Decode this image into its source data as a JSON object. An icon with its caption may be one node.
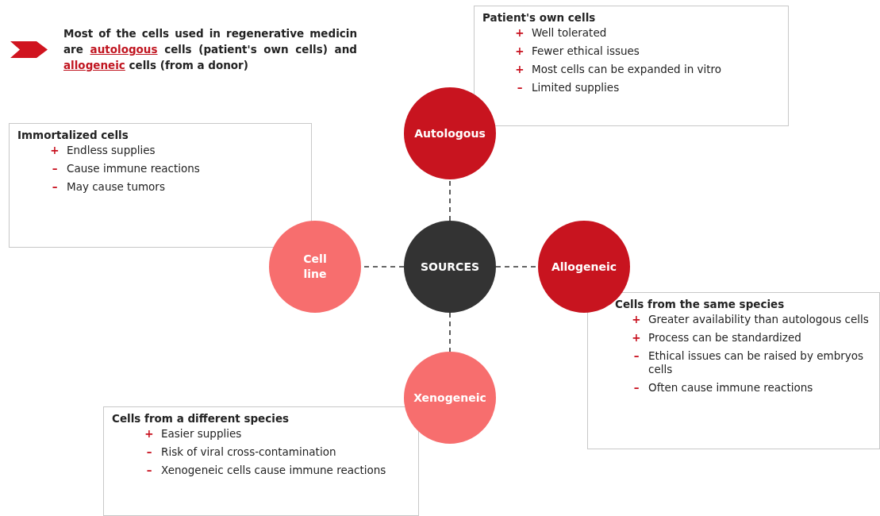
{
  "diagram": {
    "nodes": [
      {
        "text": [
          "Patient's own cells",
          "+",
          "Well tolerated",
          "+",
          "Fewer ethical issues",
          "+",
          "Most cells can be expanded in vitro",
          "–",
          "Limited supplies"
        ]
      },
      {
        "text": [
          "Autologous"
        ]
      },
      {
        "text": [
          "Immortalized cells",
          "+",
          "Endless supplies",
          "–",
          "Cause immune reactions",
          "–",
          "May cause tumors"
        ]
      },
      {
        "text": [
          "Cell line"
        ]
      },
      {
        "text": [
          "SOURCES"
        ]
      },
      {
        "text": [
          "Allogeneic"
        ]
      },
      {
        "text": [
          "Cells from the same species",
          "+",
          "Greater availability than autologous cells",
          "+",
          "Process can be standardized",
          "–",
          "Ethical issues can be raised by embryos cells",
          "–",
          "Often cause immune reactions"
        ]
      },
      {
        "text": [
          "Xenogeneic"
        ]
      },
      {
        "text": [
          "Cells from a different species",
          "+",
          "Easier supplies",
          "–",
          "Risk of viral cross-contamination",
          "–",
          "Xenogeneic cells cause immune reactions"
        ]
      }
    ],
    "edges": [
      {
        "from": 4,
        "to": 1,
        "arrow": "none",
        "style": "dashed"
      },
      {
        "from": 4,
        "to": 3,
        "arrow": "none",
        "style": "dashed"
      },
      {
        "from": 4,
        "to": 5,
        "arrow": "none",
        "style": "dashed"
      },
      {
        "from": 4,
        "to": 7,
        "arrow": "none",
        "style": "dashed"
      }
    ],
    "labels": [
      "Most of the cells used in regenerative medicin are *autologous* cells (patient's own cells) and *allogeneic* cells (from a donor)"
    ]
  }
}
